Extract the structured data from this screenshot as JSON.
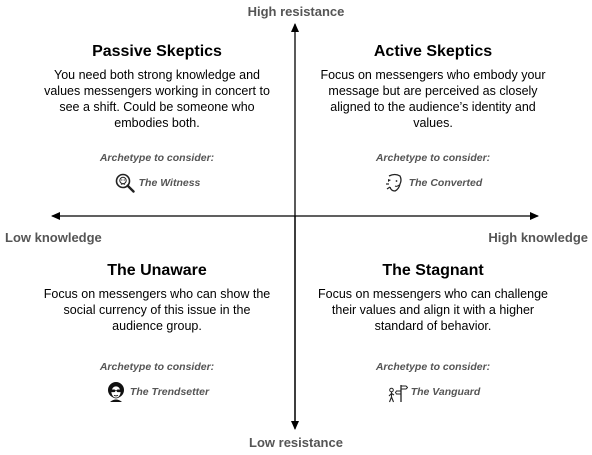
{
  "axes": {
    "top": "High resistance",
    "bottom": "Low resistance",
    "left": "Low knowledge",
    "right": "High knowledge"
  },
  "quadrants": [
    {
      "title": "Passive Skeptics",
      "description": "You need both strong knowledge and values messengers working in concert to see a shift. Could be someone who embodies both.",
      "archetype_label": "Archetype to consider:",
      "archetype_name": "The Witness",
      "icon": "magnifier-face-icon"
    },
    {
      "title": "Active Skeptics",
      "description": "Focus on messengers who embody your message but are perceived as closely aligned to the audience’s identity and values.",
      "archetype_label": "Archetype to consider:",
      "archetype_name": "The Converted",
      "icon": "converted-face-icon"
    },
    {
      "title": "The Unaware",
      "description": "Focus on messengers who can show the social currency of this issue in the audience group.",
      "archetype_label": "Archetype to consider:",
      "archetype_name": "The Trendsetter",
      "icon": "sunglasses-face-icon"
    },
    {
      "title": "The Stagnant",
      "description": "Focus on messengers who can challenge their values and align it with a higher standard of behavior.",
      "archetype_label": "Archetype to consider:",
      "archetype_name": "The Vanguard",
      "icon": "signpost-person-icon"
    }
  ]
}
